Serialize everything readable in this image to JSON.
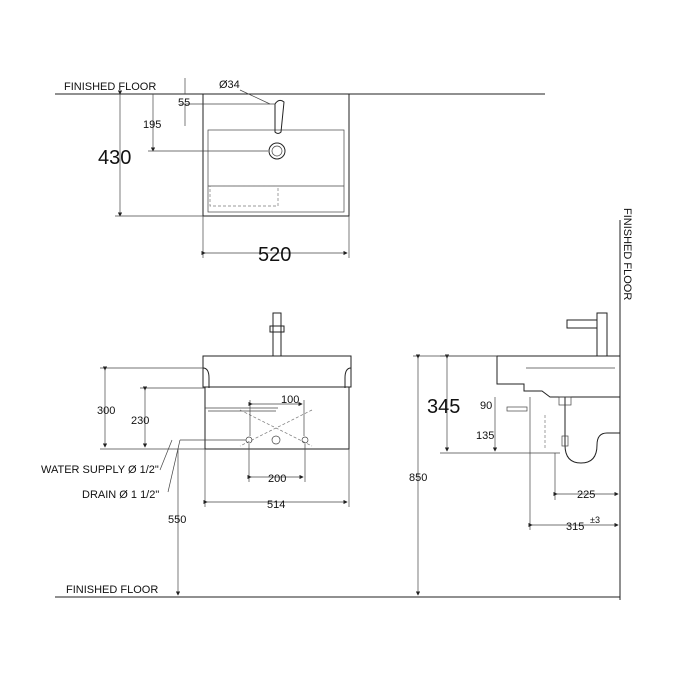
{
  "plan": {
    "finished_floor": "FINISHED FLOOR",
    "hole_diameter": "Ø34",
    "dim_55": "55",
    "dim_195": "195",
    "dim_430": "430",
    "dim_520": "520"
  },
  "front": {
    "dim_300": "300",
    "dim_230": "230",
    "dim_100": "100",
    "water_supply": "WATER SUPPLY Ø 1/2\"",
    "drain": "DRAIN Ø 1 1/2\"",
    "dim_200": "200",
    "dim_514": "514",
    "dim_550": "550",
    "finished_floor": "FINISHED FLOOR"
  },
  "side": {
    "finished_floor": "FINISHED FLOOR",
    "dim_345": "345",
    "dim_90": "90",
    "dim_135": "135",
    "dim_850": "850",
    "dim_225": "225",
    "dim_315": "315",
    "tolerance": "±3"
  }
}
